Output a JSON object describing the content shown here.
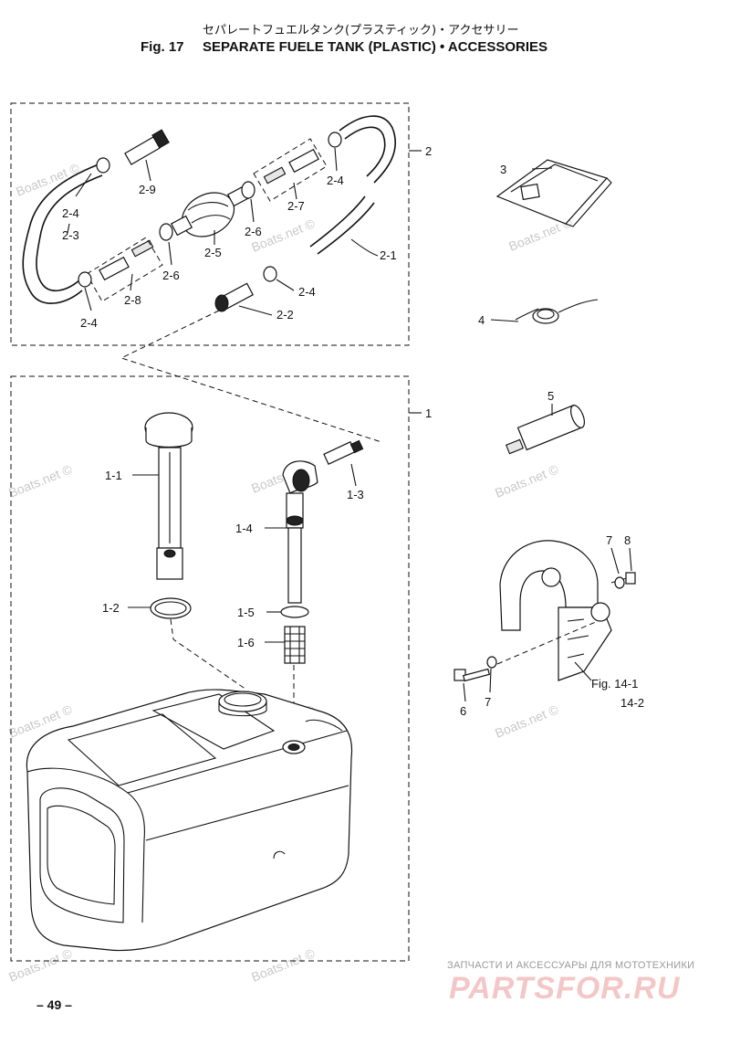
{
  "header": {
    "title_jp": "セパレートフュエルタンク(プラスティック)・アクセサリー",
    "fig_label": "Fig. 17",
    "title_en": "SEPARATE FUELE TANK (PLASTIC) • ACCESSORIES"
  },
  "groups": {
    "group_2_label": "2",
    "group_1_label": "1"
  },
  "parts": {
    "p2_9": "2-9",
    "p2_4a": "2-4",
    "p2_3": "2-3",
    "p2_5": "2-5",
    "p2_6a": "2-6",
    "p2_6b": "2-6",
    "p2_7": "2-7",
    "p2_4b": "2-4",
    "p2_1": "2-1",
    "p2_8": "2-8",
    "p2_4c": "2-4",
    "p2_4d": "2-4",
    "p2_2": "2-2",
    "p3": "3",
    "p4": "4",
    "p5": "5",
    "p1_1": "1-1",
    "p1_2": "1-2",
    "p1_3": "1-3",
    "p1_4": "1-4",
    "p1_5": "1-5",
    "p1_6": "1-6",
    "p6": "6",
    "p7a": "7",
    "p7b": "7",
    "p8": "8",
    "fig14_1": "Fig. 14-1",
    "fig14_2": "14-2"
  },
  "watermark": "Boats.net ©",
  "footer": {
    "page_number": "– 49 –",
    "brand_tagline": "ЗАПЧАСТИ И АКСЕССУАРЫ ДЛЯ МОТОТЕХНИКИ",
    "brand_name": "PARTSFOR.RU"
  }
}
